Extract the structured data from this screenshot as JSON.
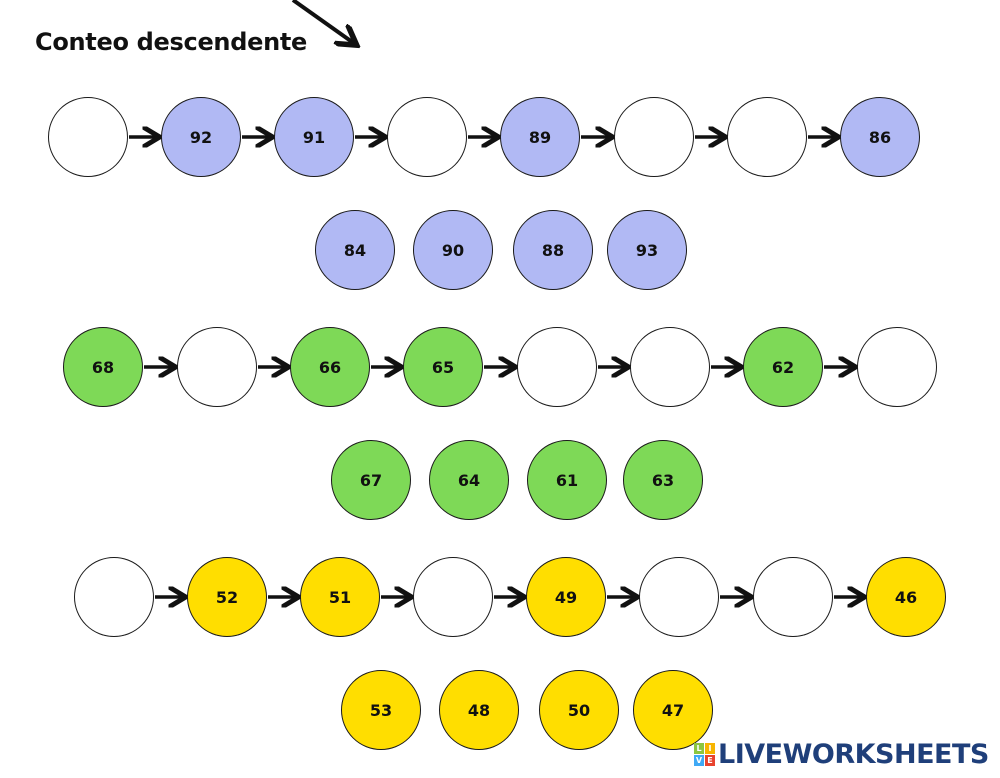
{
  "title": "Conteo descendente",
  "colors": {
    "blue": "#b1b9f4",
    "green": "#7ed957",
    "yellow": "#ffde00",
    "empty": "#ffffff",
    "logo": "#1f3f7a"
  },
  "sequences": [
    {
      "color": "blue",
      "cells": [
        "",
        "92",
        "91",
        "",
        "89",
        "",
        "",
        "86"
      ],
      "options": [
        "84",
        "90",
        "88",
        "93"
      ]
    },
    {
      "color": "green",
      "cells": [
        "68",
        "",
        "66",
        "65",
        "",
        "",
        "62",
        ""
      ],
      "options": [
        "67",
        "64",
        "61",
        "63"
      ]
    },
    {
      "color": "yellow",
      "cells": [
        "",
        "52",
        "51",
        "",
        "49",
        "",
        "",
        "46"
      ],
      "options": [
        "53",
        "48",
        "50",
        "47"
      ]
    }
  ],
  "logo": {
    "text": "LIVEWORKSHEETS",
    "mark": [
      "L",
      "I",
      "V",
      "E"
    ]
  }
}
